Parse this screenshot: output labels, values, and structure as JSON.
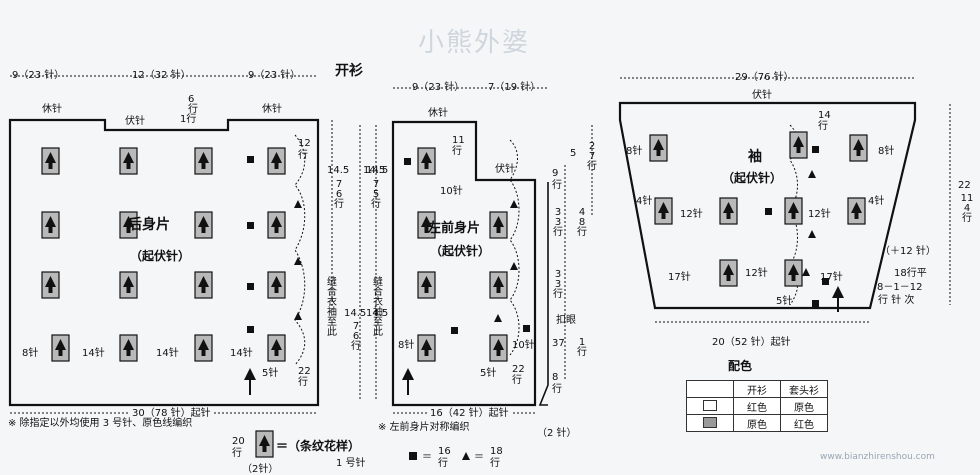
{
  "watermark": "小熊外婆",
  "title": "开衫",
  "back": {
    "top_dims": [
      "9（23 针）",
      "12（32 针）",
      "9（23 针）"
    ],
    "hem_left": "休针",
    "hem_mid": "伏针",
    "hem_right": "休针",
    "neck_rows_num": "6",
    "neck_rows_unit": "行",
    "neck_rows_tail": "1行",
    "shoulder_rows": "12",
    "side_left": "14.5",
    "side_left_rows": "76行",
    "side_mid": "14.5",
    "name": "后身片",
    "method": "（起伏针）",
    "bottom_counts": [
      "8针",
      "14针",
      "14针",
      "14针",
      "5针"
    ],
    "bottom_rows": "22",
    "bottom_rows_unit": "行",
    "width": "30（78 针）起针",
    "seam": "缝合衣袖至此",
    "seam_num": "14.5",
    "seam_rows": "76行"
  },
  "front": {
    "top_dims": [
      "9（23 针）",
      "7（19 针）"
    ],
    "hem": "休针",
    "shoulder_rows": "11",
    "center_count": "10针",
    "neck_bind": "伏针",
    "name": "左前身片",
    "method": "（起伏针）",
    "side_right": [
      "5",
      "27行",
      "9行",
      "33行",
      "48行",
      "33行"
    ],
    "side_right_num": "9",
    "buttonhole": "扣眼",
    "bh_rows": "37",
    "bh_one": "1行",
    "bottom_left": "8针",
    "bottom_right": "10针",
    "bottom_mid": "5针",
    "bottom_rows": "22",
    "bottom_rows_unit": "行",
    "width": "16（42 针）起针",
    "left_note": "14.5",
    "left_rows": "75行",
    "seam": "缝合衣袖至此",
    "two_needles": "（2 针）",
    "eight": "8",
    "eight_rows": "行"
  },
  "sleeve": {
    "top_dim": "29（76 针）",
    "top_bind": "伏针",
    "top_rows": "14",
    "name": "袖",
    "method": "（起伏针）",
    "counts_left": [
      "8针",
      "4针",
      "17针"
    ],
    "counts_mid": [
      "12针",
      "12针",
      "12针"
    ],
    "counts_right": [
      "8针",
      "4针",
      "17针"
    ],
    "bottom_mid": "5针",
    "height": "22",
    "height_rows": "114行",
    "increase": "（＋12 针）",
    "rows_flat": "18行平",
    "rows_rule": "8－1－12",
    "rule_words": "行 针 次",
    "width": "20（52 针）起针"
  },
  "notes": {
    "note1": "※ 除指定以外均使用 3 号针、原色线编织",
    "note2": "※ 左前身片对称编织",
    "pattern_rows": "20",
    "pattern_rows_unit": "行",
    "pattern_name": "＝（条纹花样）",
    "pattern_needle": "1 号针",
    "pattern_width": "（2针）",
    "square_rows": "16",
    "tri_rows": "18",
    "eq": "＝",
    "row_unit": "行"
  },
  "color": {
    "title": "配色",
    "headers": [
      "开衫",
      "套头衫"
    ],
    "rows": [
      {
        "a": "红色",
        "b": "原色"
      },
      {
        "a": "原色",
        "b": "红色"
      }
    ],
    "light": "#ffffff",
    "dark": "#9a9a9a"
  },
  "site": "www.bianzhirenshou.com"
}
